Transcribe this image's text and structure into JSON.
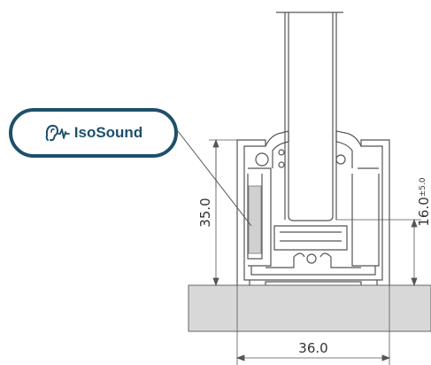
{
  "badge": {
    "label": "IsoSound",
    "icon": "ear-sound-wave-icon",
    "color": "#1e4f6b"
  },
  "dimensions": {
    "height_main": "35.0",
    "height_glass": "16.0",
    "height_glass_tolerance": "±5.0",
    "width": "36.0"
  },
  "colors": {
    "line": "#555555",
    "floor_fill": "#d8d8d8",
    "gasket_fill": "#d0d0d0"
  }
}
